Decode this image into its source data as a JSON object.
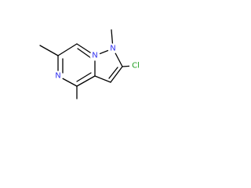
{
  "molecule": {
    "atoms": [
      {
        "id": "n_top",
        "symbol": "N",
        "color": "#3030f0"
      },
      {
        "id": "n_left",
        "symbol": "N",
        "color": "#3030f0"
      },
      {
        "id": "n_methyl",
        "symbol": "N",
        "color": "#3030f0"
      },
      {
        "id": "cl",
        "symbol": "Cl",
        "color": "#1f9e1f"
      }
    ]
  }
}
